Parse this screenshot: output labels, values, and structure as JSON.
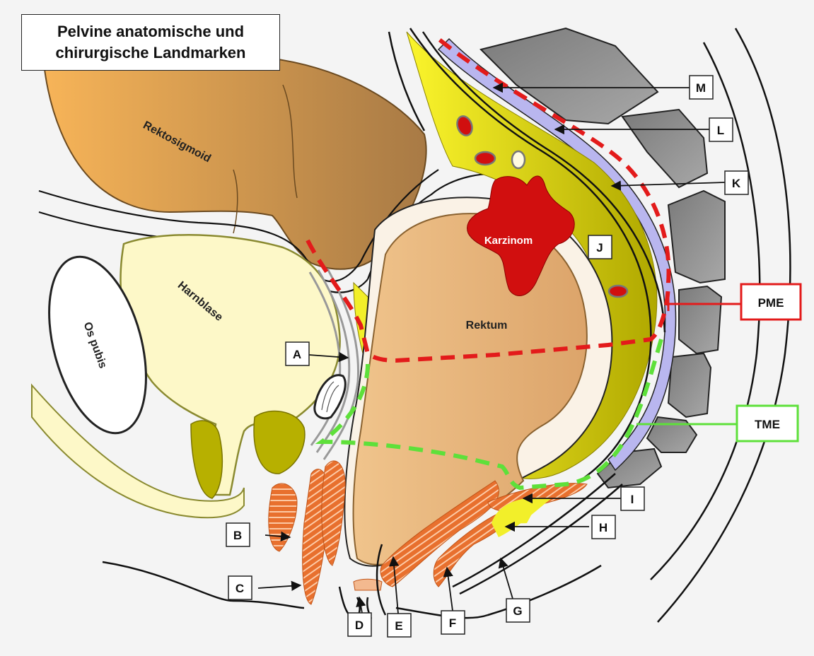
{
  "title": {
    "line1": "Pelvine anatomische und",
    "line2": "chirurgische Landmarken"
  },
  "organs": {
    "rectosigmoid": "Rektosigmoid",
    "bladder": "Harnblase",
    "pubis": "Os pubis",
    "carcinoma": "Karzinom",
    "rectum": "Rektum"
  },
  "letters": [
    "A",
    "B",
    "C",
    "D",
    "E",
    "F",
    "G",
    "H",
    "I",
    "J",
    "K",
    "L",
    "M"
  ],
  "procedures": {
    "pme": "PME",
    "tme": "TME"
  },
  "colors": {
    "pme": "#e31b1b",
    "tme": "#5ee03a",
    "bladder": "#fdf8c8",
    "rectum": "#eab57f",
    "mesorectum": "#f2ef2a",
    "carcinoma": "#d10f0f",
    "muscle": "#e8702e",
    "fascia": "#b9b6ef",
    "bone": "#8a8a8a"
  }
}
